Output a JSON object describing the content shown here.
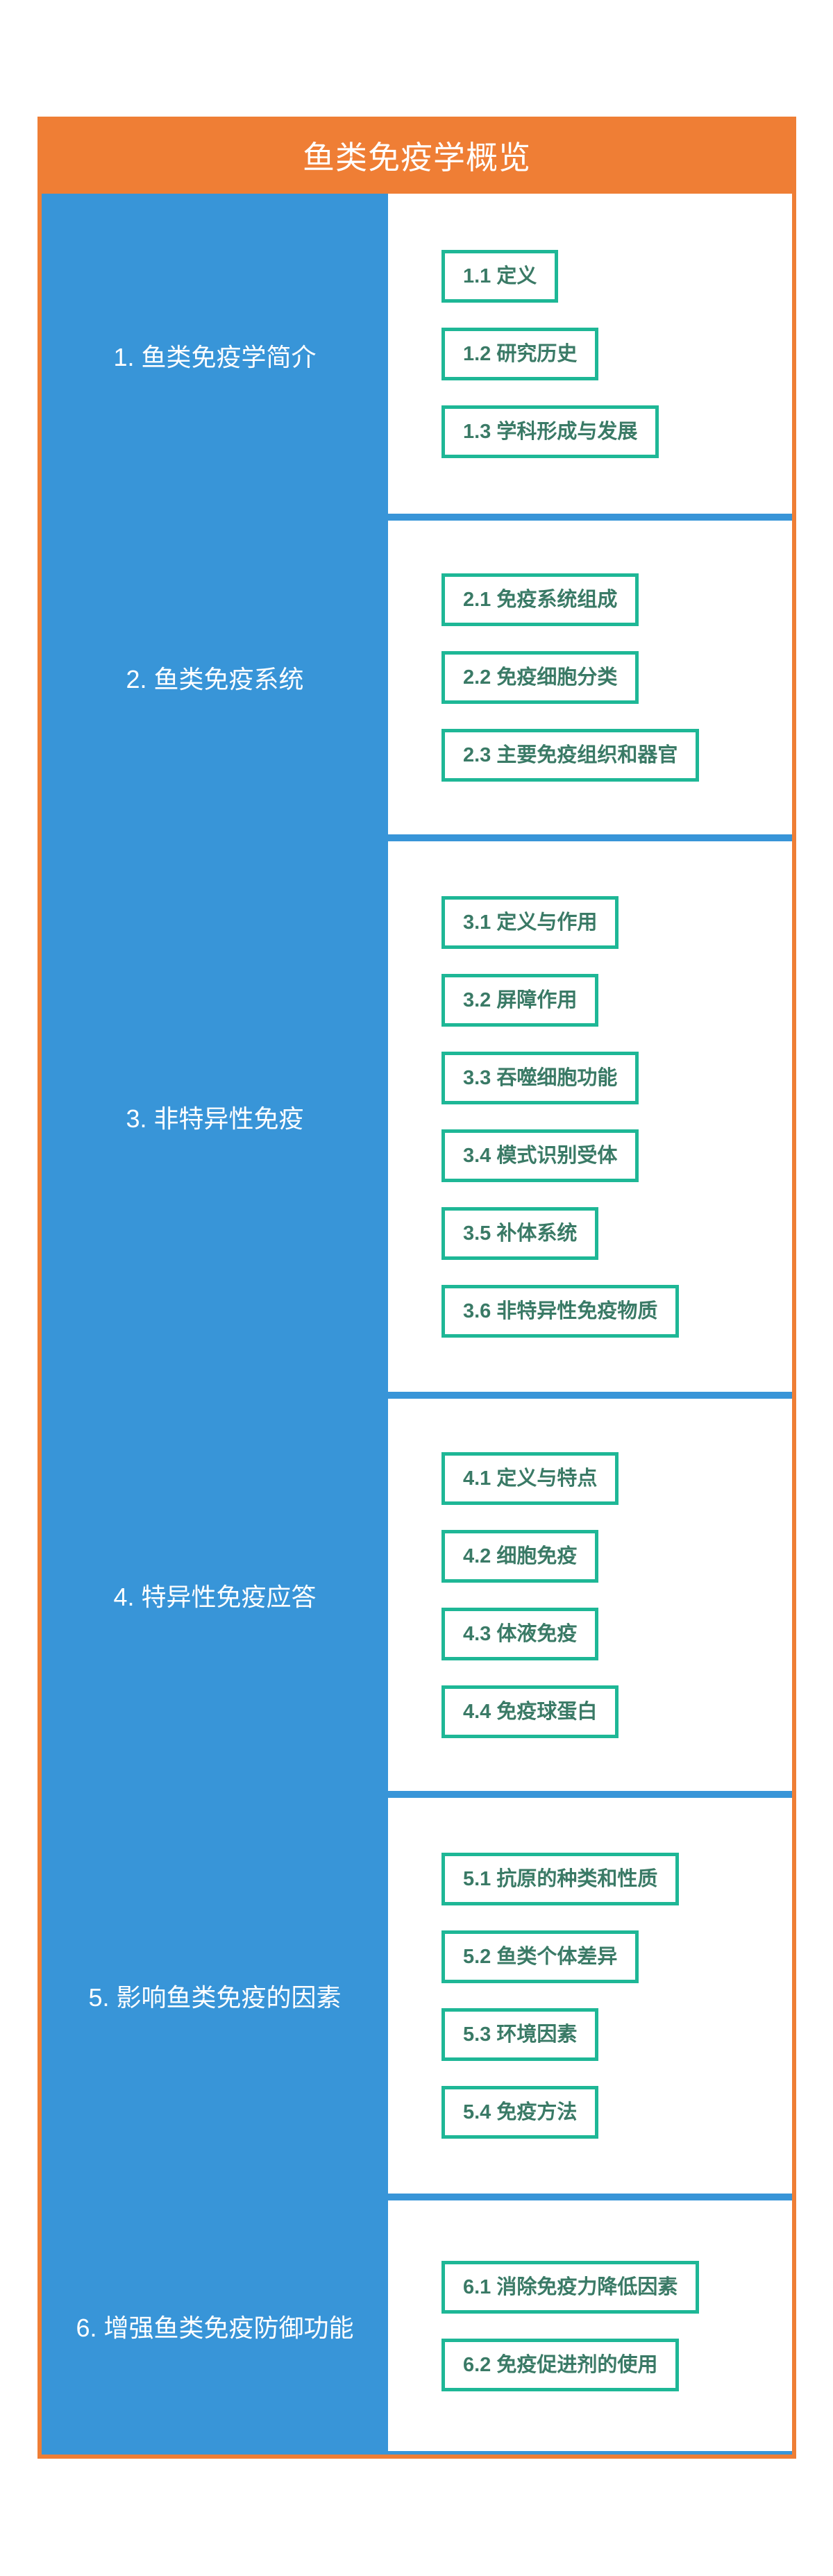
{
  "title": "鱼类免疫学概览",
  "colors": {
    "header_bg": "#ef7e35",
    "frame_border": "#ef7e35",
    "section_bg": "#3895d8",
    "separator": "#3895d8",
    "sub_border": "#1eb796",
    "sub_text": "#3a7a66",
    "title_text": "#ffffff"
  },
  "sections": [
    {
      "label": "1. 鱼类免疫学简介",
      "items": [
        "1.1 定义",
        "1.2 研究历史",
        "1.3 学科形成与发展"
      ]
    },
    {
      "label": "2. 鱼类免疫系统",
      "items": [
        "2.1 免疫系统组成",
        "2.2 免疫细胞分类",
        "2.3 主要免疫组织和器官"
      ]
    },
    {
      "label": "3. 非特异性免疫",
      "items": [
        "3.1 定义与作用",
        "3.2 屏障作用",
        "3.3 吞噬细胞功能",
        "3.4 模式识别受体",
        "3.5 补体系统",
        "3.6 非特异性免疫物质"
      ]
    },
    {
      "label": "4. 特异性免疫应答",
      "items": [
        "4.1 定义与特点",
        "4.2 细胞免疫",
        "4.3 体液免疫",
        "4.4 免疫球蛋白"
      ]
    },
    {
      "label": "5. 影响鱼类免疫的因素",
      "items": [
        "5.1 抗原的种类和性质",
        "5.2 鱼类个体差异",
        "5.3 环境因素",
        "5.4 免疫方法"
      ]
    },
    {
      "label": "6. 增强鱼类免疫防御功能",
      "items": [
        "6.1 消除免疫力降低因素",
        "6.2 免疫促进剂的使用"
      ]
    }
  ]
}
